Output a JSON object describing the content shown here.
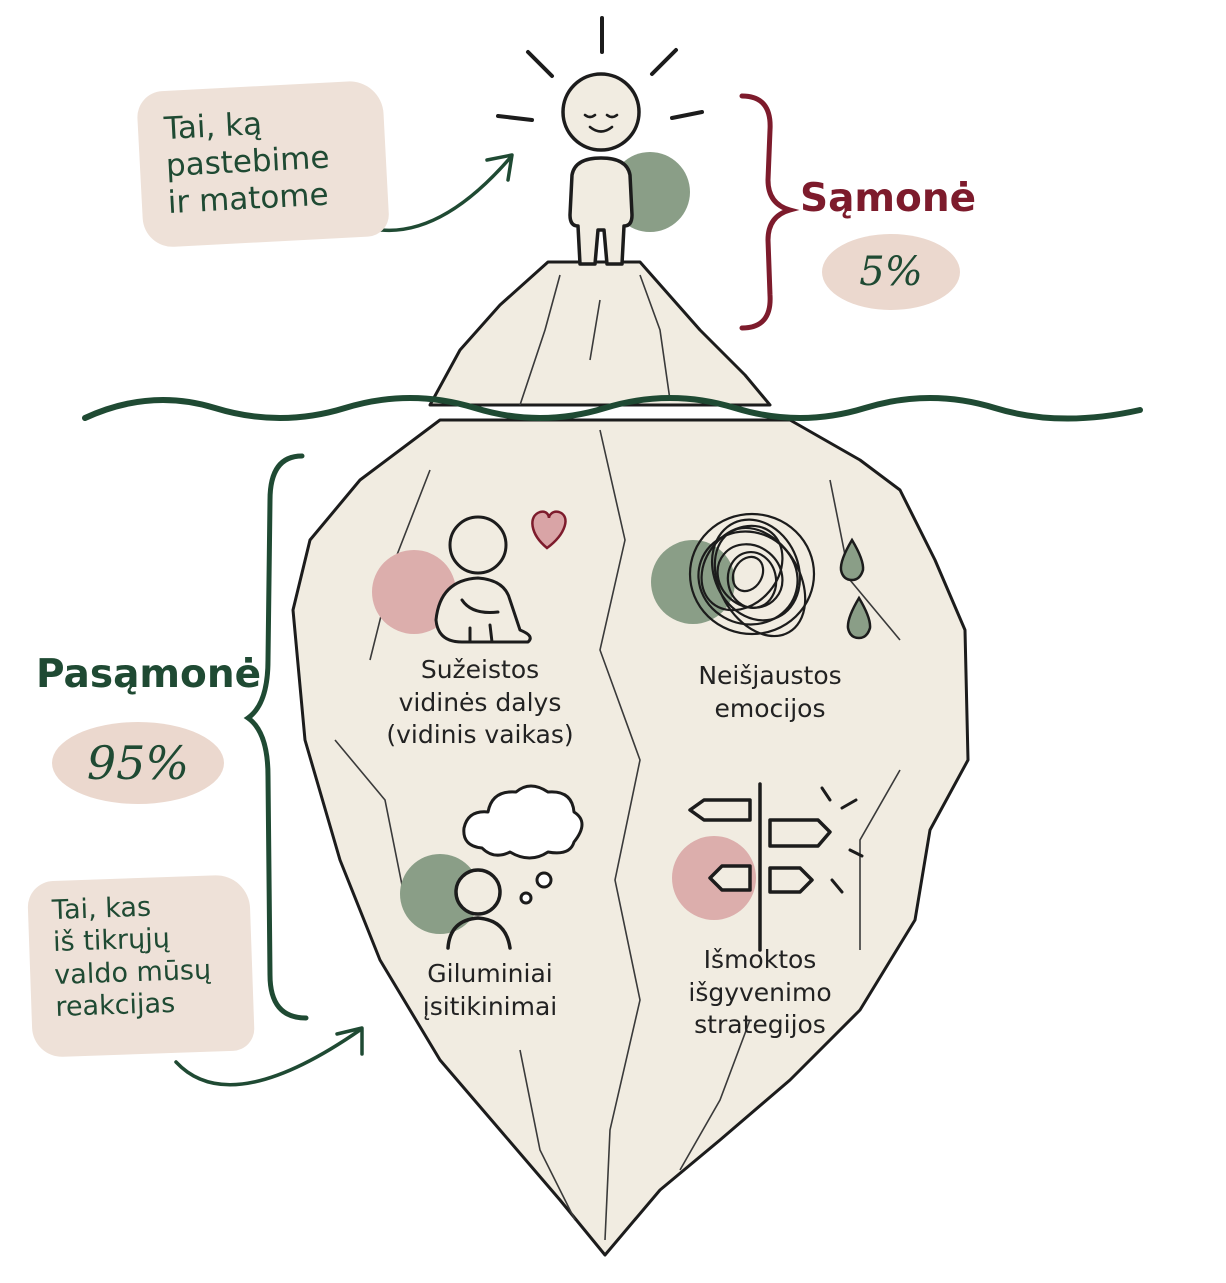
{
  "notes": {
    "top": [
      "Tai, ką",
      "pastebime",
      "ir matome"
    ],
    "bottom": [
      "Tai, kas",
      "iš tikrųjų",
      "valdo mūsų",
      "reakcijas"
    ]
  },
  "conscious": {
    "title": "Sąmonė",
    "percent": "5%"
  },
  "subconscious": {
    "title": "Pasąmonė",
    "percent": "95%"
  },
  "items": [
    {
      "icon": "hugging-child-icon",
      "lines": [
        "Sužeistos",
        "vidinės dalys",
        "(vidinis vaikas)"
      ]
    },
    {
      "icon": "tangled-scribble-icon",
      "lines": [
        "Neišjaustos",
        "emocijos"
      ]
    },
    {
      "icon": "thought-cloud-icon",
      "lines": [
        "Giluminiai",
        "įsitikinimai"
      ]
    },
    {
      "icon": "signpost-icon",
      "lines": [
        "Išmoktos",
        "išgyvenimo",
        "strategijos"
      ]
    }
  ],
  "colors": {
    "ice": "#f1ece1",
    "outline": "#1c1c1c",
    "green": "#1f4a33",
    "maroon": "#7d1b2c",
    "sage": "#8a9e87",
    "rose": "#dcaeac",
    "note": "#eee1d8"
  }
}
